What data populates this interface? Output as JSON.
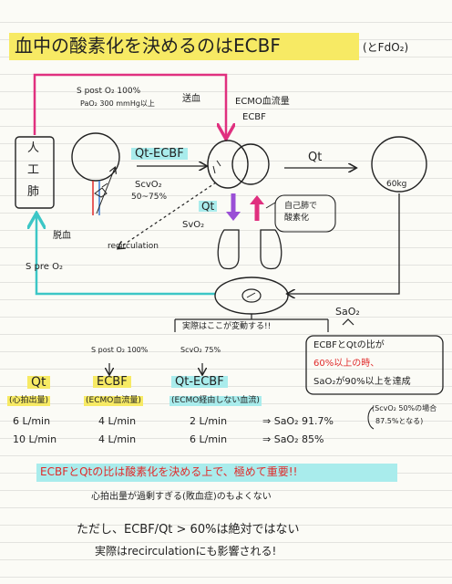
{
  "title": {
    "main": "血中の酸素化を決めるのはECBF",
    "sub": "(とFdO₂)"
  },
  "left_circuit": {
    "spost": "S post O₂ 100%",
    "pao2": "PaO₂ 300 mmHg以上",
    "sousou": "送血",
    "ecmo_flow": "ECMO血流量",
    "ecbf": "ECBF"
  },
  "lung": {
    "char1": "人",
    "char2": "工",
    "char3": "肺"
  },
  "qt_ecbf": "Qt-ECBF",
  "scvo2": {
    "label": "ScvO₂",
    "range": "50~75%"
  },
  "qt_label": "Qt",
  "svo2": "SvO₂",
  "own_lung": "自己肺で\n酸素化",
  "qt_right": "Qt",
  "body_weight": "60kg",
  "dakketsu": "脱血",
  "recirculation": "recirculation",
  "spre": "S pre O₂",
  "sao2": "SaO₂",
  "jissai": "実際はここが変動する!!",
  "condition": {
    "line1": "ECBFとQtの比が",
    "line2": "60%以上の時、",
    "line3": "SaO₂が90%以上を達成"
  },
  "columns": {
    "h1": "Qt",
    "h1_sub": "(心拍出量)",
    "h2": "ECBF",
    "h2_sub": "(ECMO血流量)",
    "h3": "Qt-ECBF",
    "h3_sub": "(ECMO経由しない血流)",
    "spost_top": "S post O₂ 100%",
    "scvo2_top": "ScvO₂ 75%"
  },
  "rows": [
    {
      "qt": "6 L/min",
      "ecbf": "4 L/min",
      "diff": "2 L/min",
      "result": "⇒ SaO₂ 91.7%"
    },
    {
      "qt": "10 L/min",
      "ecbf": "4 L/min",
      "diff": "6 L/min",
      "result": "⇒ SaO₂ 85%"
    }
  ],
  "note": {
    "line1": "(ScvO₂ 50%の場合",
    "line2": "87.5%となる)"
  },
  "emphasis": "ECBFとQtの比は酸素化を決める上で、極めて重要!!",
  "caution": "心拍出量が過剰すぎる(敗血症)のもよくない",
  "footer1": "ただし、ECBF/Qt > 60%は絶対ではない",
  "footer2": "実際はrecirculationにも影響される!",
  "colors": {
    "cyan": "#3cc6c6",
    "pink": "#e0307f",
    "red": "#e02b2b",
    "purple": "#9a4fd6",
    "yellow": "#f7ea64"
  }
}
